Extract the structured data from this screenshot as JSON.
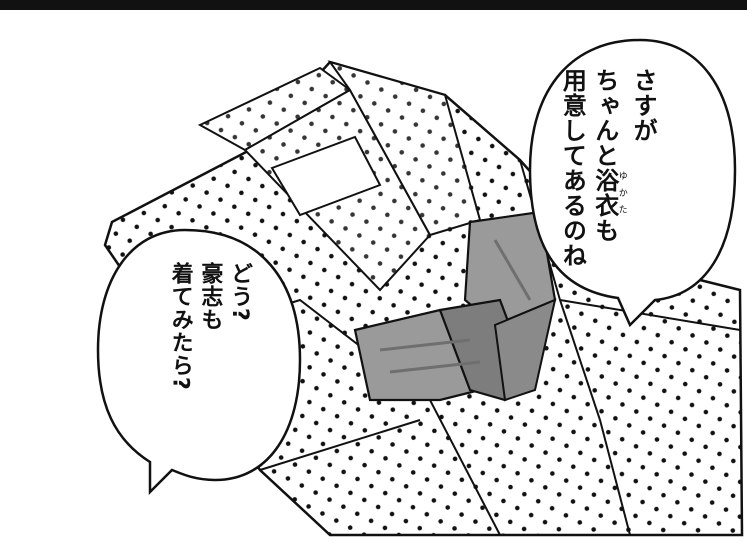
{
  "panel": {
    "speech_right": {
      "lines": [
        "さすが",
        "ちゃんと浴衣も",
        "用意してあるのね"
      ],
      "furigana": {
        "base": "浴衣",
        "reading": "ゆかた"
      }
    },
    "speech_left": {
      "lines": [
        "どう?",
        "豪志も",
        "着てみたら?"
      ]
    }
  },
  "colors": {
    "ink": "#111111",
    "paper": "#ffffff",
    "obi": "#9a9a9a",
    "obi_shadow": "#6f6f6f"
  }
}
